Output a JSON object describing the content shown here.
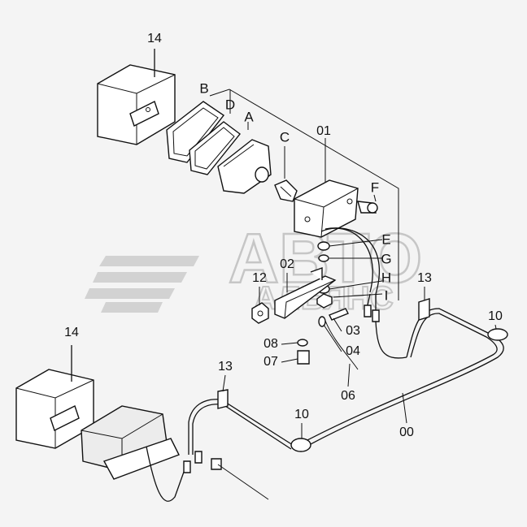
{
  "parts": {
    "p14_top": "14",
    "p14_bottom": "14",
    "p01": "01",
    "p02": "02",
    "p03": "03",
    "p04": "04",
    "p06": "06",
    "p07": "07",
    "p08": "08",
    "p10_right": "10",
    "p10_mid": "10",
    "p12": "12",
    "p13_right": "13",
    "p13_left": "13",
    "p00": "00"
  },
  "letters": {
    "A": "A",
    "B": "B",
    "C": "C",
    "D": "D",
    "E": "E",
    "F": "F",
    "G": "G",
    "H": "H",
    "I": "I"
  },
  "watermark": {
    "line1": "АВТО",
    "line2": "АЛЬЯНС"
  }
}
